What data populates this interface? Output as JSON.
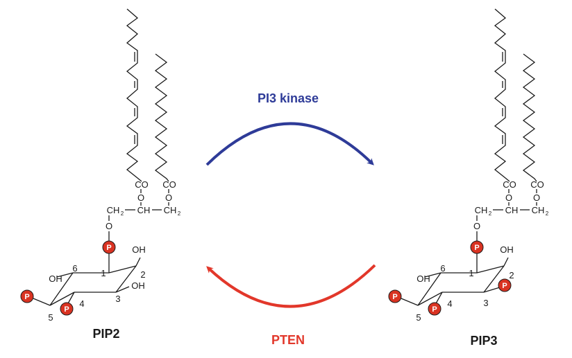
{
  "molecules": {
    "left": {
      "name": "PIP2"
    },
    "right": {
      "name": "PIP3"
    }
  },
  "reactions": {
    "forward": {
      "label": "PI3 kinase",
      "color": "#2e3b98"
    },
    "reverse": {
      "label": "PTEN",
      "color": "#e2372a"
    }
  },
  "chem": {
    "co": "CO",
    "o": "O",
    "ch2": "CH",
    "ch2_sub": "2",
    "ch": "CH",
    "oh": "OH",
    "p": "P",
    "n1": "1",
    "n2": "2",
    "n3": "3",
    "n4": "4",
    "n5": "5",
    "n6": "6"
  },
  "colors": {
    "phosphate": "#d93322"
  }
}
